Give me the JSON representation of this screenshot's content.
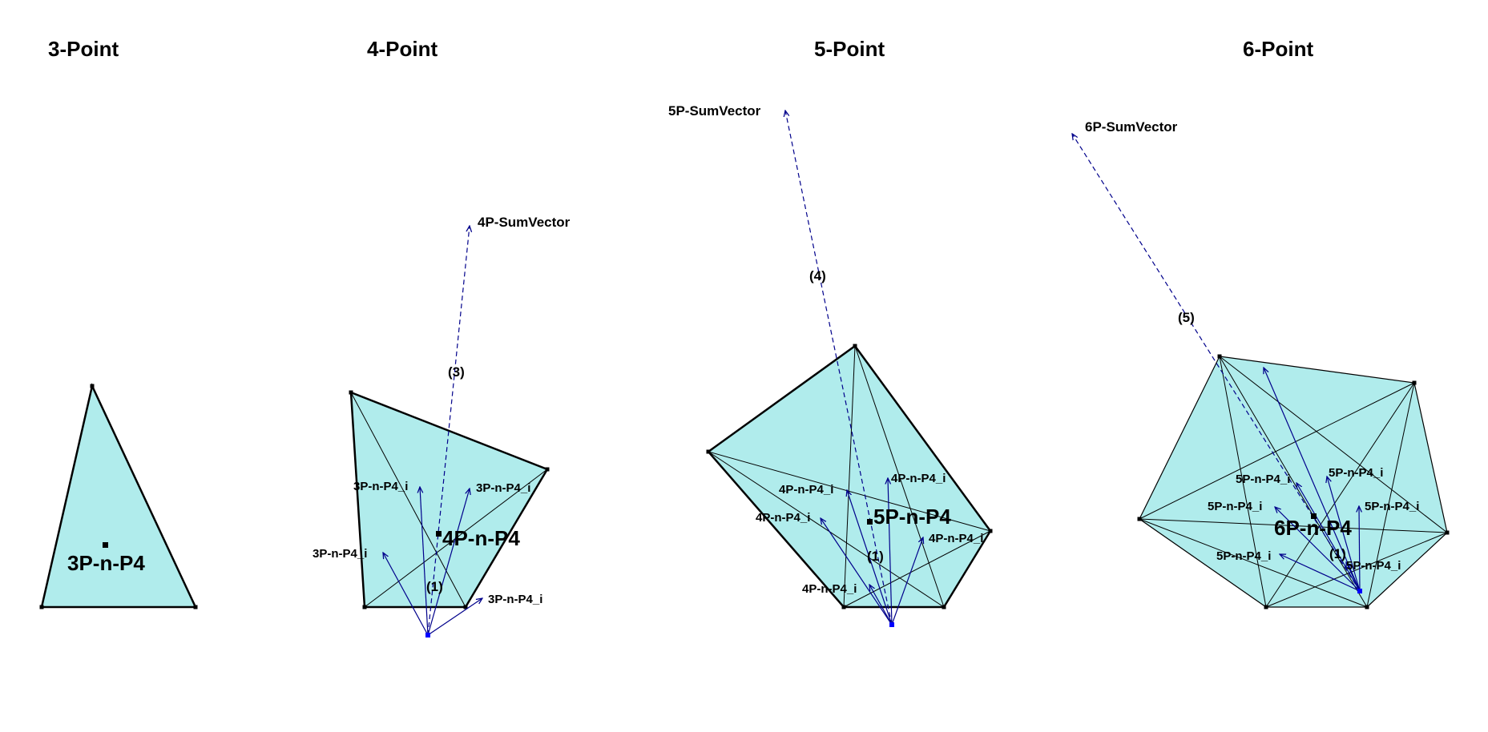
{
  "colors": {
    "fill": "#b0ecec",
    "polygon_edge": "#000000",
    "vector": "#00008b",
    "point": "#0000ff"
  },
  "panels": [
    {
      "title": "3-Point",
      "center_label": "3P-n-P4",
      "sub_labels": [],
      "sum_label": "",
      "count_labels": []
    },
    {
      "title": "4-Point",
      "center_label": "4P-n-P4",
      "sub_labels": [
        "3P-n-P4_i",
        "3P-n-P4_i",
        "3P-n-P4_i",
        "3P-n-P4_i"
      ],
      "sum_label": "4P-SumVector",
      "count_labels": [
        "(1)",
        "(3)"
      ]
    },
    {
      "title": "5-Point",
      "center_label": "5P-n-P4",
      "sub_labels": [
        "4P-n-P4_i",
        "4P-n-P4_i",
        "4P-n-P4_i",
        "4P-n-P4_i",
        "4P-n-P4_i"
      ],
      "sum_label": "5P-SumVector",
      "count_labels": [
        "(1)",
        "(4)"
      ]
    },
    {
      "title": "6-Point",
      "center_label": "6P-n-P4",
      "sub_labels": [
        "5P-n-P4_i",
        "5P-n-P4_i",
        "5P-n-P4_i",
        "5P-n-P4_i",
        "5P-n-P4_i",
        "5P-n-P4_i"
      ],
      "sum_label": "6P-SumVector",
      "count_labels": [
        "(1)",
        "(5)"
      ]
    }
  ]
}
